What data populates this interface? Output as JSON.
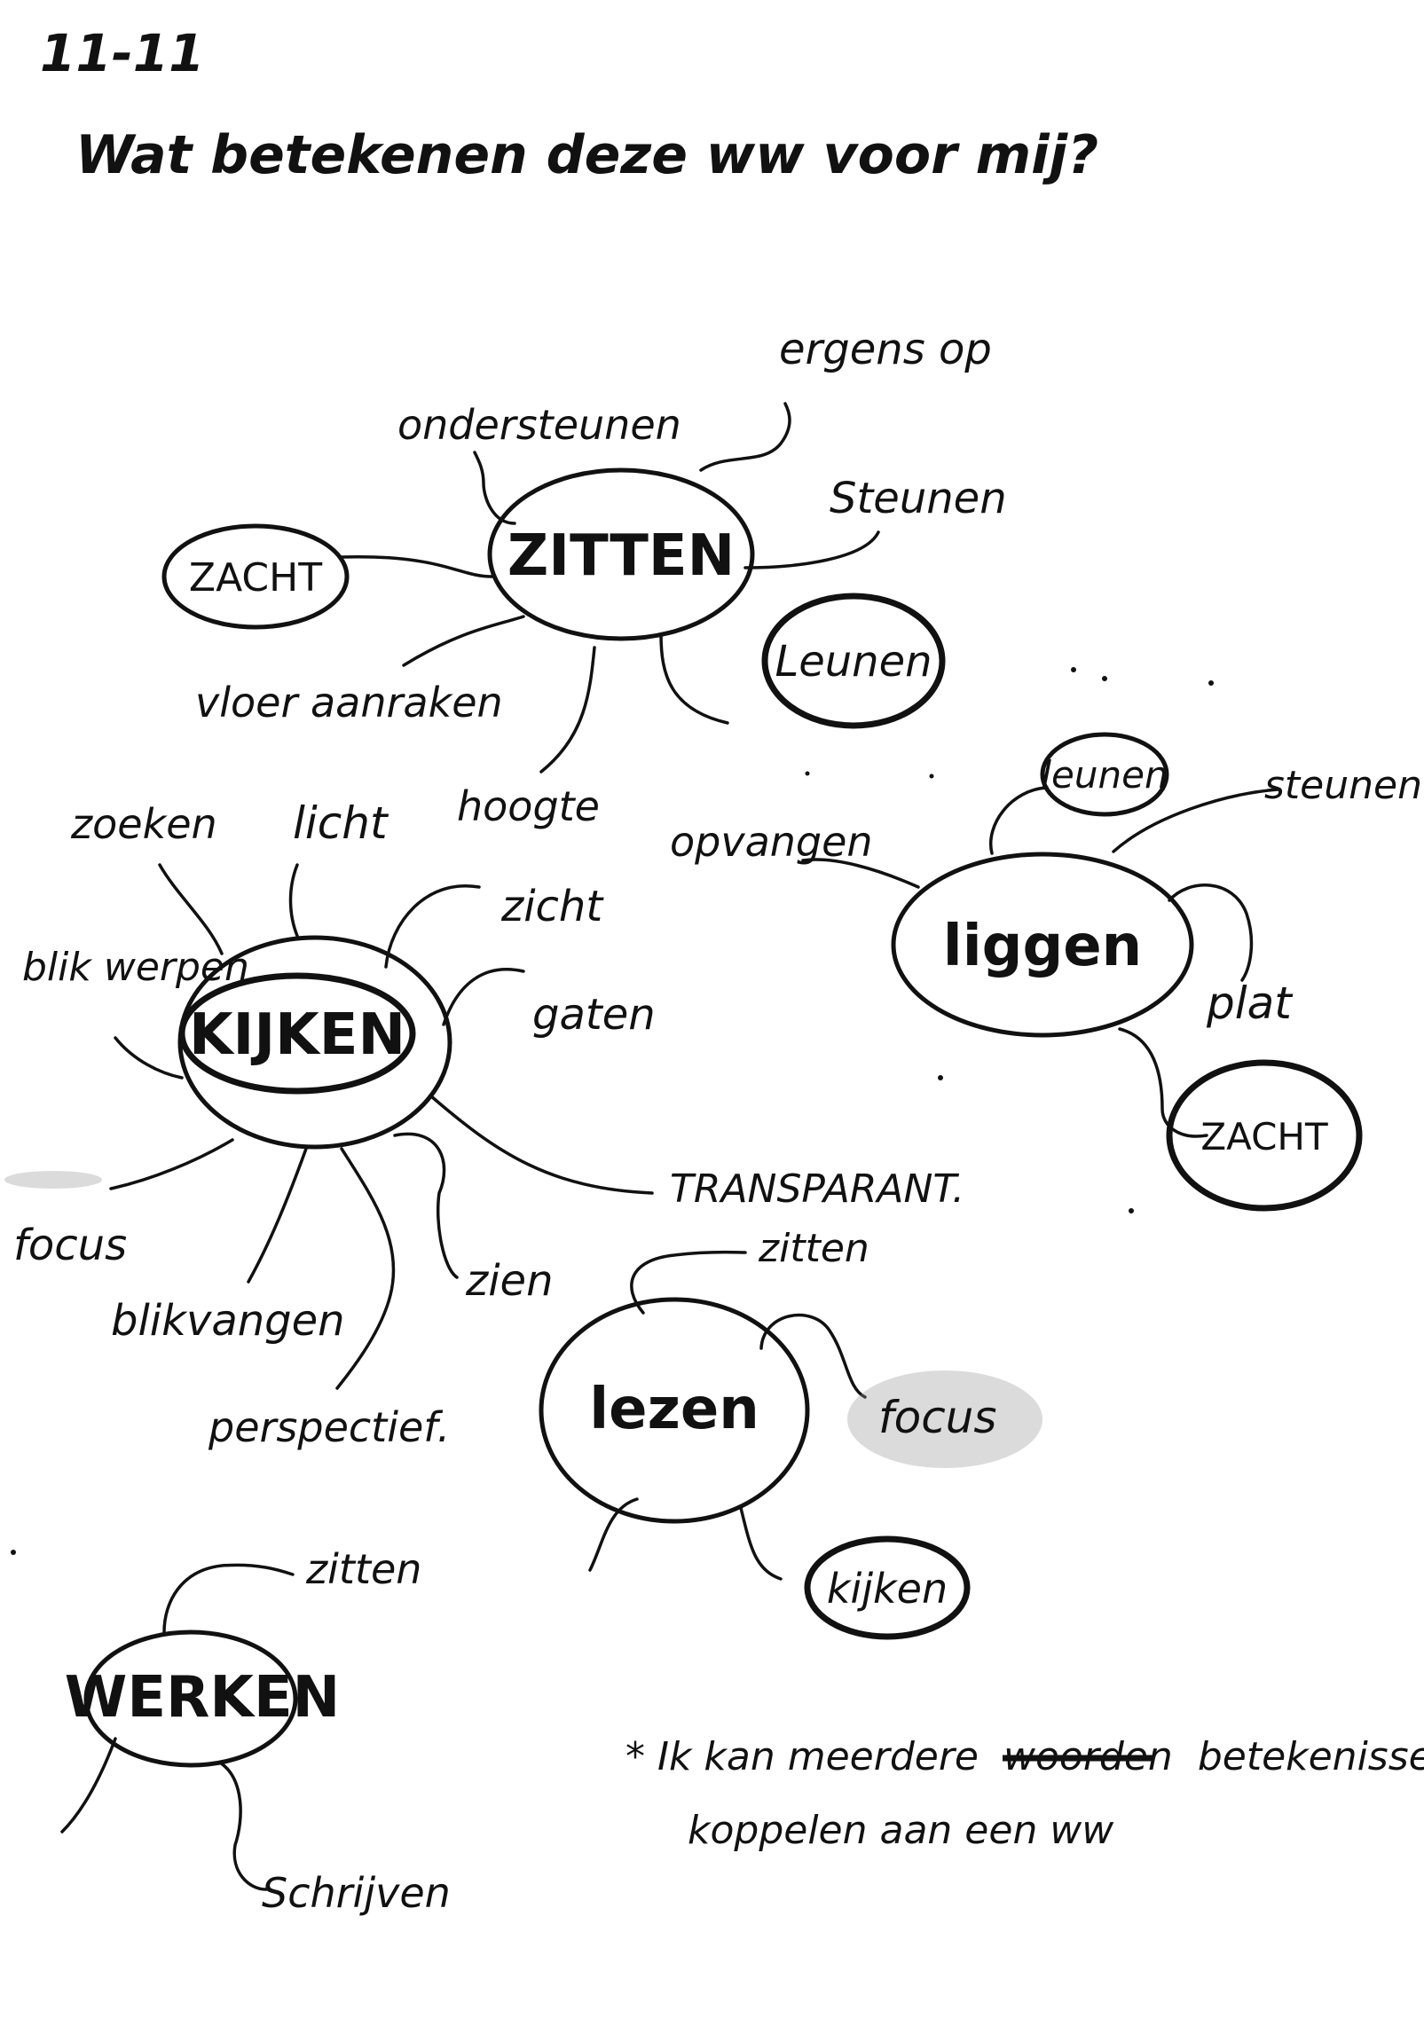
{
  "header": {
    "date": "11-11",
    "title": "Wat betekenen deze ww voor mij?"
  },
  "zitten": {
    "center": "ZITTEN",
    "branches": [
      "ondersteunen",
      "ergens op",
      "Steunen",
      "ZACHT",
      "vloer aanraken",
      "Leunen",
      "hoogte"
    ]
  },
  "kijken": {
    "center": "KIJKEN",
    "branches": [
      "zoeken",
      "licht",
      "zicht",
      "blik werpen",
      "gaten",
      "focus",
      "TRANSPARANT.",
      "zien",
      "blikvangen",
      "perspectief."
    ]
  },
  "liggen": {
    "center": "liggen",
    "branches": [
      "leunen",
      "steunen",
      "opvangen",
      "plat",
      "ZACHT"
    ]
  },
  "lezen": {
    "center": "lezen",
    "branches": [
      "zitten",
      "focus",
      "kijken"
    ]
  },
  "werken": {
    "center": "WERKEN",
    "branches": [
      "zitten",
      "Schrijven"
    ]
  },
  "note": {
    "line1_start": "* Ik kan meerdere",
    "line1_struck": "woorden",
    "line1_end": "betekenissen",
    "line2": "koppelen aan een ww"
  }
}
